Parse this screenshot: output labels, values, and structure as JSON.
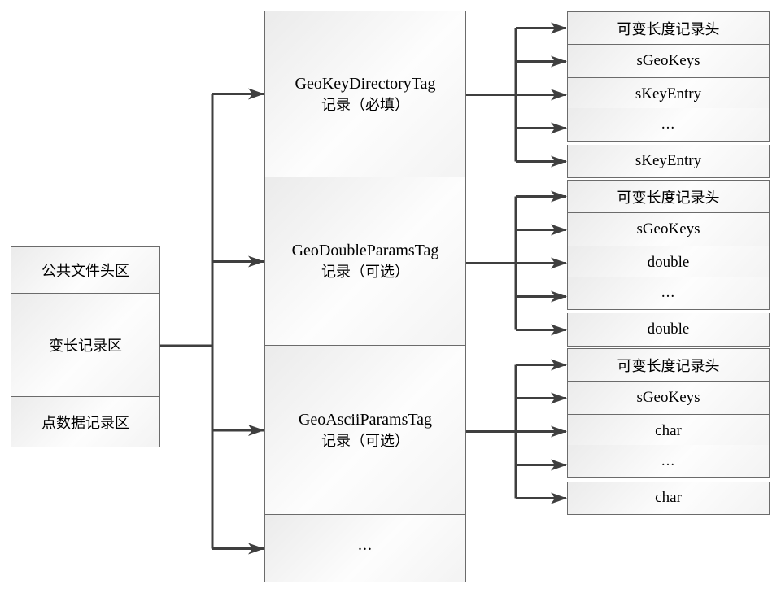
{
  "diagram": {
    "left_box": {
      "cells": [
        "公共文件头区",
        "变长记录区",
        "点数据记录区"
      ]
    },
    "middle_box": {
      "cells": [
        {
          "title": "GeoKeyDirectoryTag",
          "subtitle": "记录（必填）"
        },
        {
          "title": "GeoDoubleParamsTag",
          "subtitle": "记录（可选）"
        },
        {
          "title": "GeoAsciiParamsTag",
          "subtitle": "记录（可选）"
        },
        {
          "title": "...",
          "subtitle": ""
        }
      ]
    },
    "right_groups": [
      {
        "cells": [
          "可变长度记录头",
          "sGeoKeys",
          "sKeyEntry",
          "...",
          "sKeyEntry"
        ]
      },
      {
        "cells": [
          "可变长度记录头",
          "sGeoKeys",
          "double",
          "...",
          "double"
        ]
      },
      {
        "cells": [
          "可变长度记录头",
          "sGeoKeys",
          "char",
          "...",
          "char"
        ]
      }
    ],
    "colors": {
      "connector": "#3f3f3f",
      "border": "#6b6b6b",
      "cell_fill_light": "#ffffff",
      "cell_fill_shade": "#ebebeb"
    }
  }
}
